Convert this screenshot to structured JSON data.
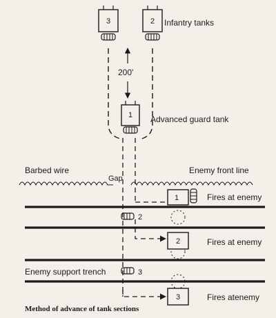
{
  "labels": {
    "infantry_tanks": "Infantry tanks",
    "distance": "200'",
    "advanced_guard_tank": "Advanced guard tank",
    "barbed_wire": "Barbed wire",
    "gap": "Gap",
    "enemy_front_line": "Enemy front line",
    "enemy_support_trench": "Enemy support trench",
    "fires_at_enemy_1": "Fires at enemy",
    "fires_at_enemy_2": "Fires at enemy",
    "fires_at_enemy_3": "Fires atenemy"
  },
  "tanks": {
    "infantry_left": "3",
    "infantry_right": "2",
    "guard": "1",
    "fire_1": "1",
    "fire_2": "2",
    "fire_3": "3",
    "moving_2": "2",
    "moving_3": "3"
  },
  "caption": "Method of advance of tank sections"
}
